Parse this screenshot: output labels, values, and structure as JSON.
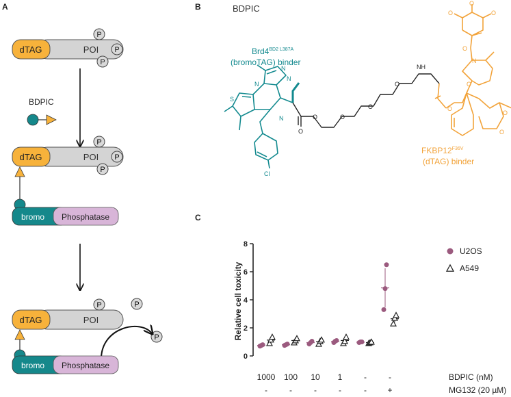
{
  "panels": {
    "a": "A",
    "b": "B",
    "c": "C"
  },
  "schematic": {
    "dtag": "dTAG",
    "poi": "POI",
    "phospho": "P",
    "bdpic": "BDPIC",
    "bromo": "bromo",
    "phosphatase": "Phosphatase"
  },
  "structure": {
    "title": "BDPIC",
    "brd4_main": "Brd4",
    "brd4_sup": "BD2 L387A",
    "brd4_sub": "(bromoTAG) binder",
    "fkbp_main": "FKBP12",
    "fkbp_sup": "F36V",
    "fkbp_sub": "(dTAG) binder",
    "atoms": {
      "N": "N",
      "O": "O",
      "S": "S",
      "Cl": "Cl",
      "NH": "NH"
    },
    "teal": "#138a8f",
    "orange": "#f2a33a"
  },
  "colors": {
    "dtag": "#f7b23b",
    "poi": "#d4d4d4",
    "bromo": "#15888b",
    "phosphatase": "#d8b5d8",
    "u2os": "#9b5a7e",
    "a549_edge": "#222222"
  },
  "chart_data": {
    "type": "scatter",
    "ylabel": "Relative cell toxicity",
    "ylim": [
      0,
      8
    ],
    "yticks": [
      0,
      2,
      4,
      6,
      8
    ],
    "categories": [
      "1000",
      "100",
      "10",
      "1",
      "-",
      "-"
    ],
    "row1_label": "BDPIC (nM)",
    "row2_values": [
      "-",
      "-",
      "-",
      "-",
      "-",
      "+"
    ],
    "row2_label": "MG132 (20 µM)",
    "series": [
      {
        "name": "U2OS",
        "marker": "circle",
        "values": [
          [
            0.7,
            0.75,
            0.8
          ],
          [
            0.75,
            0.8,
            0.85
          ],
          [
            0.85,
            0.95,
            1.05
          ],
          [
            0.95,
            1.05,
            1.1
          ],
          [
            0.95,
            1.0,
            1.0
          ],
          [
            3.3,
            4.8,
            6.5
          ]
        ],
        "mean": [
          0.75,
          0.8,
          0.95,
          1.03,
          0.98,
          4.85
        ],
        "err": [
          0.05,
          0.05,
          0.1,
          0.08,
          0.03,
          1.4
        ]
      },
      {
        "name": "A549",
        "marker": "triangle",
        "values": [
          [
            0.9,
            1.15,
            1.35
          ],
          [
            0.95,
            1.1,
            1.25
          ],
          [
            0.85,
            1.05,
            1.15
          ],
          [
            0.9,
            1.05,
            1.35
          ],
          [
            0.9,
            0.95,
            1.0
          ],
          [
            2.3,
            2.7,
            2.9
          ]
        ],
        "mean": [
          1.13,
          1.1,
          1.02,
          1.1,
          0.95,
          2.65
        ],
        "err": [
          0.2,
          0.12,
          0.12,
          0.2,
          0.04,
          0.25
        ]
      }
    ]
  }
}
